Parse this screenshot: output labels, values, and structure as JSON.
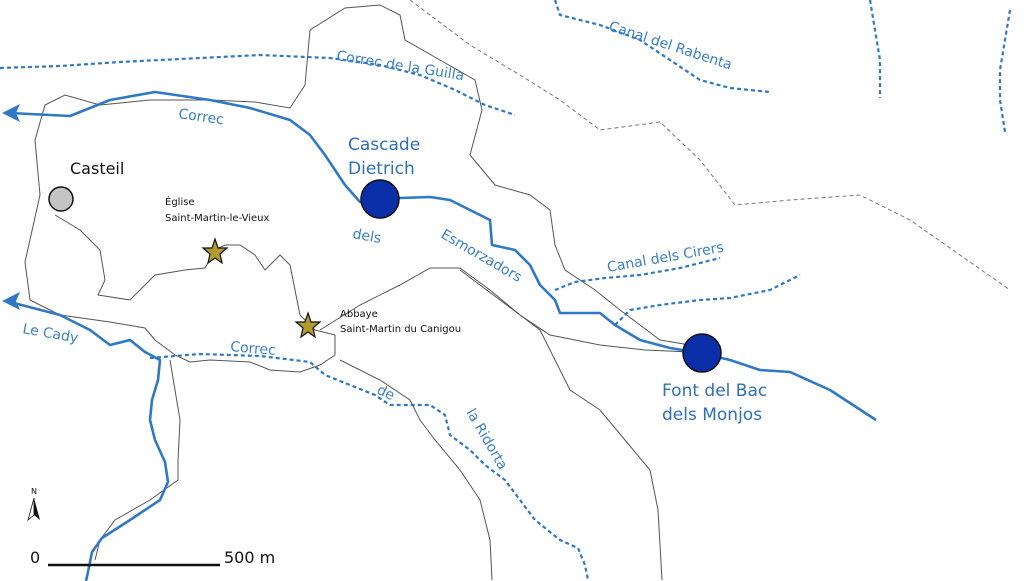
{
  "colors": {
    "river": "#2f78c6",
    "canal": "#2f78c6",
    "road": "#555555",
    "trail": "#777777",
    "village": "#c4c4c4",
    "waterfall": "#0a2fa8",
    "church_star": "#b49a2c"
  },
  "labels": {
    "canal_rabenta": "Canal del Rabenta",
    "correc_guilla": "Correc de la Guilla",
    "correc_1": "Correc",
    "dels": "dels",
    "esmorzadors": "Esmorzadors",
    "cascade_l1": "Cascade",
    "cascade_l2": "Dietrich",
    "casteil": "Casteil",
    "eglise_l1": "Église",
    "eglise_l2": "Saint-Martin-le-Vieux",
    "canal_cirers": "Canal dels Cirers",
    "le_cady": "Le Cady",
    "abbaye_l1": "Abbaye",
    "abbaye_l2": "Saint-Martin du Canigou",
    "correc_2": "Correc",
    "de": "de",
    "ridorta": "la Ridorta",
    "font_l1": "Font del Bac",
    "font_l2": "dels Monjos",
    "scale_zero": "0",
    "scale_end": "500 m",
    "north": "N"
  },
  "icons": {
    "village": "circle-marker",
    "waterfall": "circle-marker",
    "spring": "circle-marker",
    "church": "star-icon",
    "abbey": "star-icon",
    "north_arrow": "north-arrow-icon",
    "river_arrow": "arrowhead-icon"
  }
}
